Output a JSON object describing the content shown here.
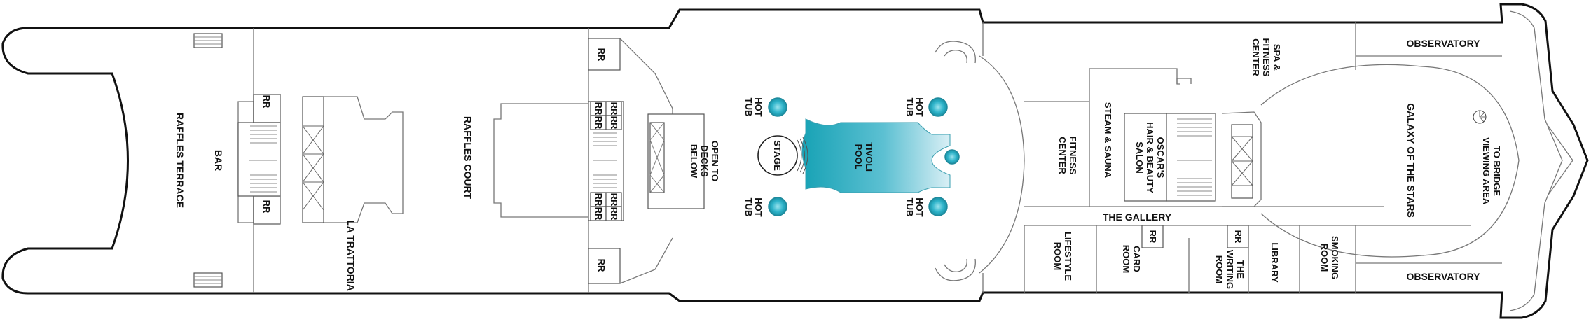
{
  "labels": {
    "raffles_terrace": "RAFFLES TERRACE",
    "bar": "BAR",
    "la_trattoria": "LA TRATTORIA",
    "raffles_court": "RAFFLES COURT",
    "open_to_decks_1": "OPEN TO",
    "open_to_decks_2": "DECKS",
    "open_to_decks_3": "BELOW",
    "hot_tub_1": "HOT",
    "hot_tub_2": "TUB",
    "stage": "STAGE",
    "tivoli_1": "TIVOLI",
    "tivoli_2": "POOL",
    "spa_1": "SPA &",
    "spa_2": "FITNESS",
    "spa_3": "CENTER",
    "fitness_1": "FITNESS",
    "fitness_2": "CENTER",
    "steam_sauna": "STEAM & SAUNA",
    "salon_1": "OSCAR'S",
    "salon_2": "HAIR & BEAUTY",
    "salon_3": "SALON",
    "the_gallery": "THE GALLERY",
    "lifestyle_1": "LIFESTYLE",
    "lifestyle_2": "ROOM",
    "card_1": "CARD",
    "card_2": "ROOM",
    "writing_1": "THE",
    "writing_2": "WRITING",
    "writing_3": "ROOM",
    "library": "LIBRARY",
    "smoking_1": "SMOKING",
    "smoking_2": "ROOM",
    "observatory": "OBSERVATORY",
    "galaxy": "GALAXY OF THE STARS",
    "bridge_1": "TO BRIDGE",
    "bridge_2": "VIEWING AREA",
    "rr": "RR"
  },
  "colors": {
    "hull": "#111111",
    "walls": "#777777",
    "pool_start": "#1aa5b8",
    "pool_end": "#d7eef4",
    "hot_tub": "#2bb3c9"
  }
}
